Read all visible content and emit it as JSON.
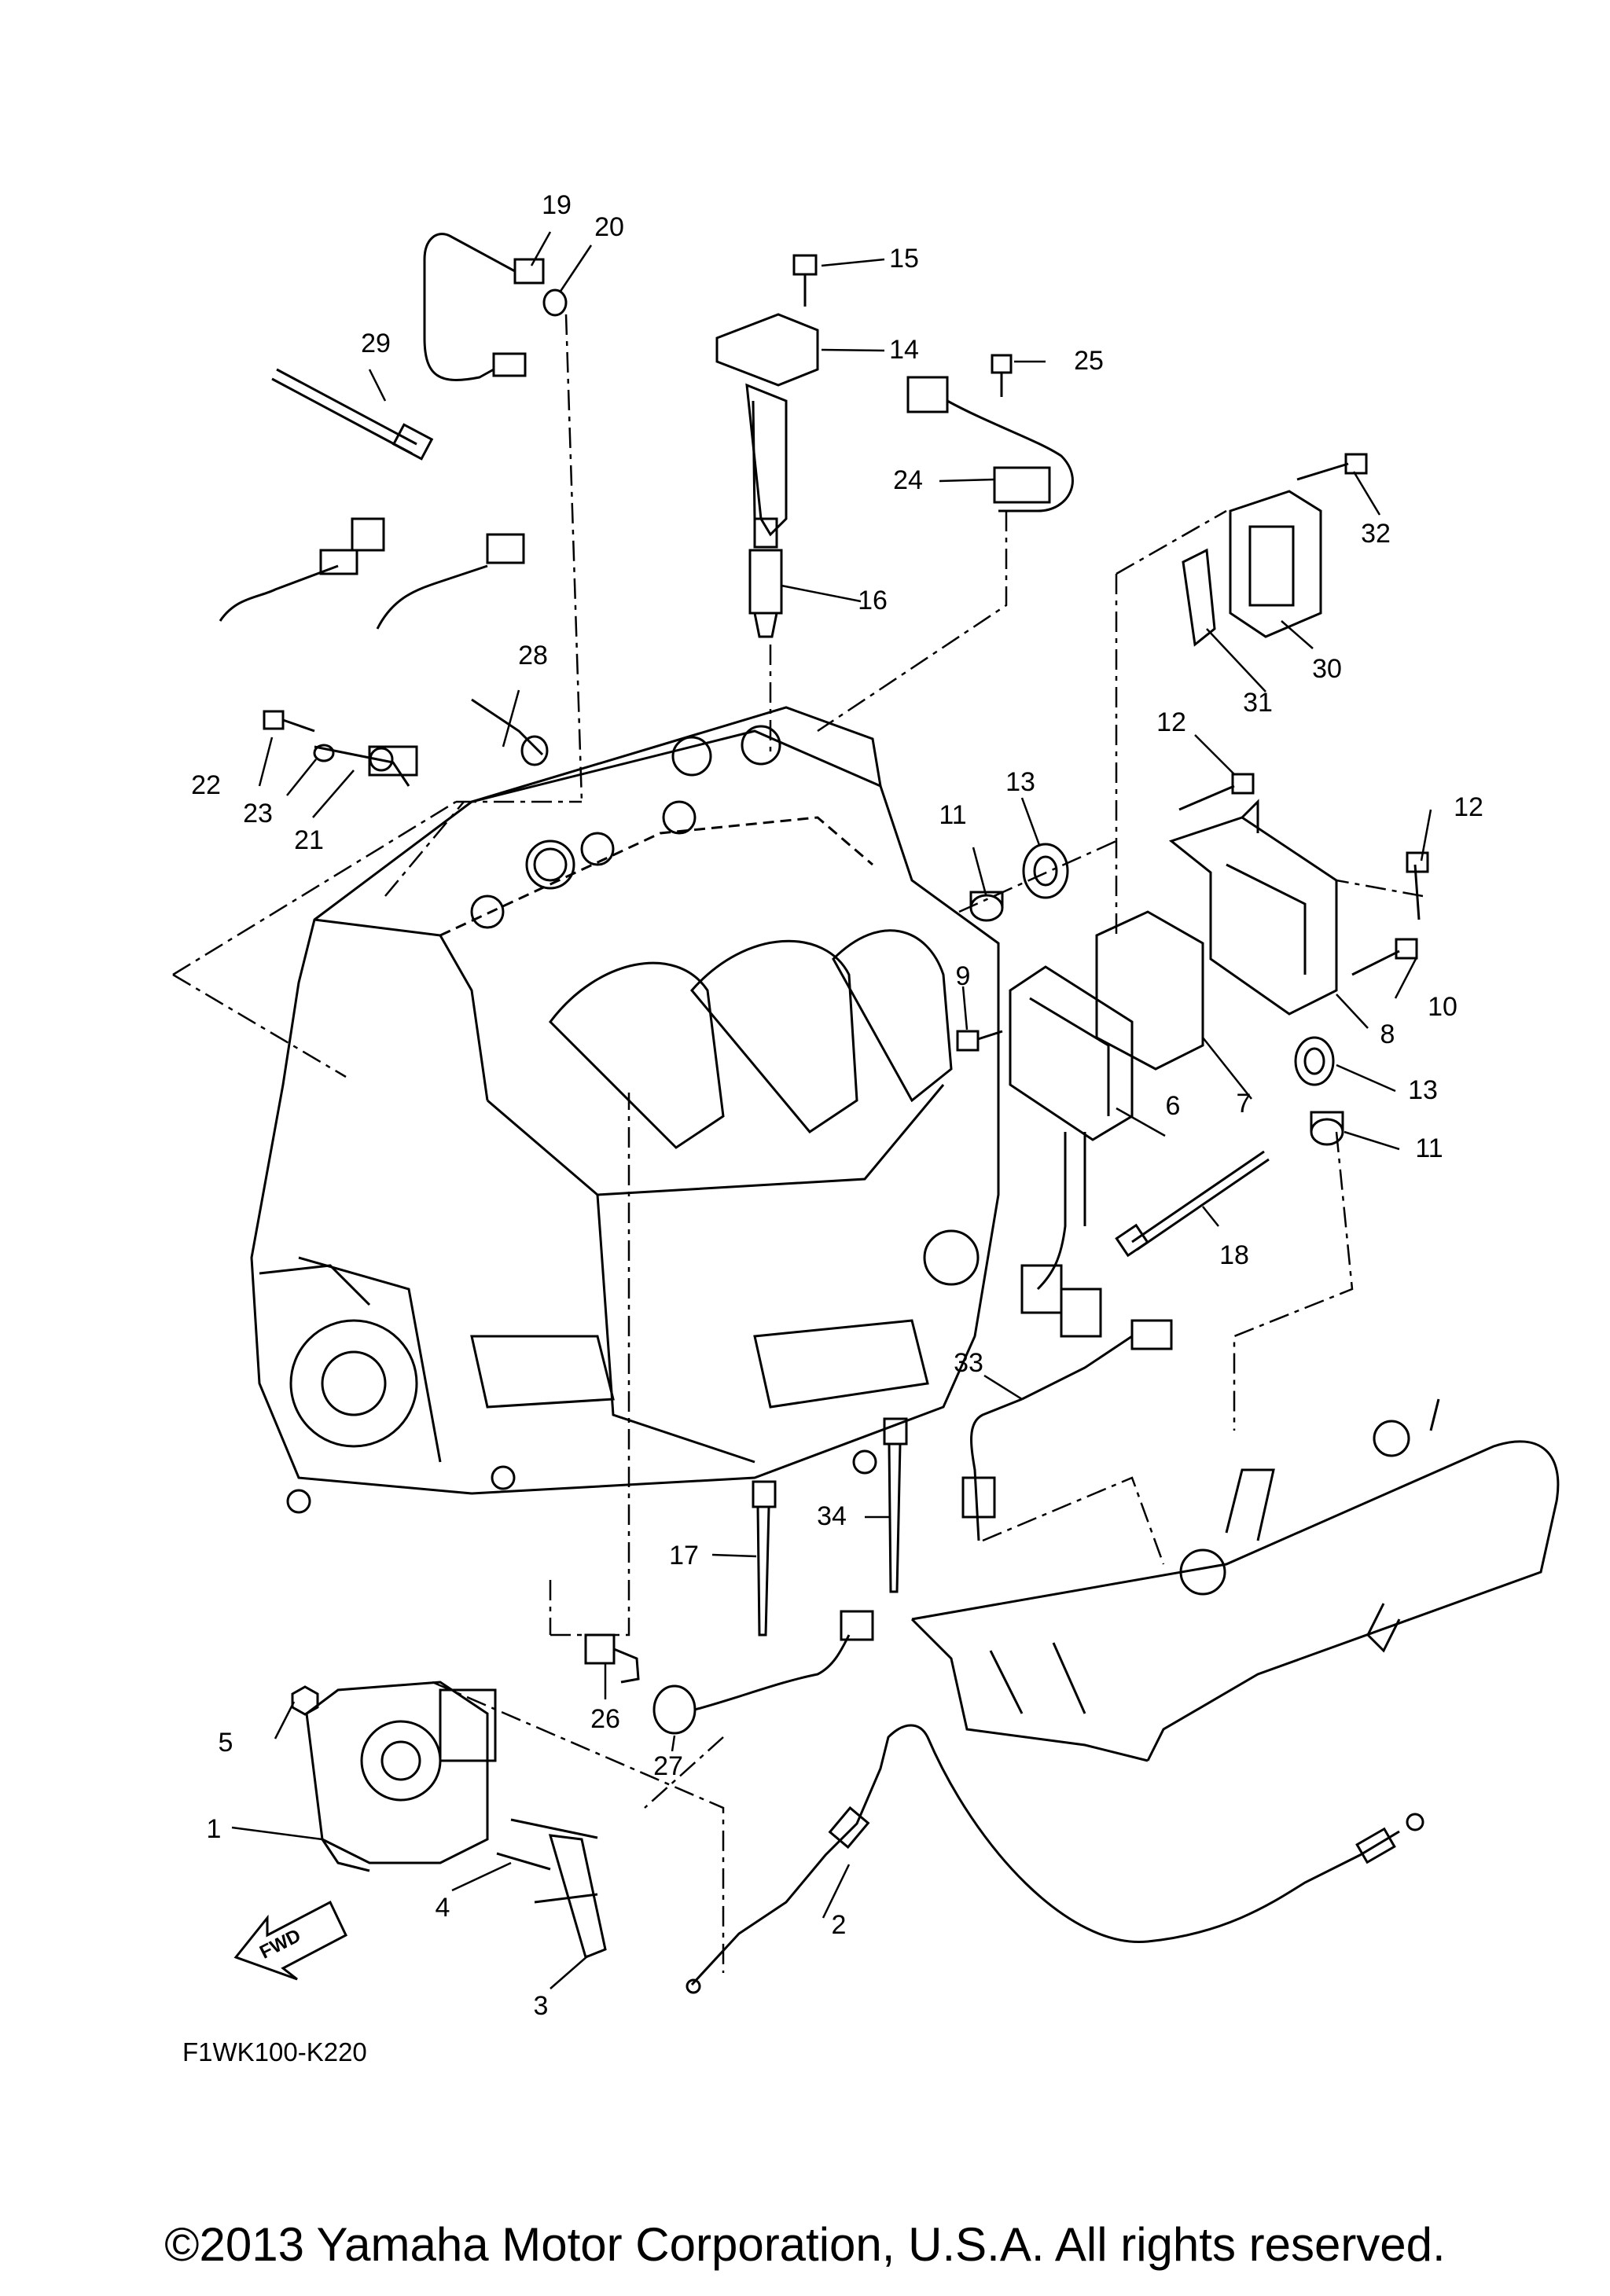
{
  "diagram": {
    "callouts": [
      {
        "id": "1",
        "text": "1"
      },
      {
        "id": "2",
        "text": "2"
      },
      {
        "id": "3",
        "text": "3"
      },
      {
        "id": "4",
        "text": "4"
      },
      {
        "id": "5",
        "text": "5"
      },
      {
        "id": "6",
        "text": "6"
      },
      {
        "id": "7",
        "text": "7"
      },
      {
        "id": "8",
        "text": "8"
      },
      {
        "id": "9",
        "text": "9"
      },
      {
        "id": "10",
        "text": "10"
      },
      {
        "id": "11a",
        "text": "11"
      },
      {
        "id": "11b",
        "text": "11"
      },
      {
        "id": "12a",
        "text": "12"
      },
      {
        "id": "12b",
        "text": "12"
      },
      {
        "id": "13a",
        "text": "13"
      },
      {
        "id": "13b",
        "text": "13"
      },
      {
        "id": "14",
        "text": "14"
      },
      {
        "id": "15",
        "text": "15"
      },
      {
        "id": "16",
        "text": "16"
      },
      {
        "id": "17",
        "text": "17"
      },
      {
        "id": "18",
        "text": "18"
      },
      {
        "id": "19",
        "text": "19"
      },
      {
        "id": "20",
        "text": "20"
      },
      {
        "id": "21",
        "text": "21"
      },
      {
        "id": "22",
        "text": "22"
      },
      {
        "id": "23",
        "text": "23"
      },
      {
        "id": "24",
        "text": "24"
      },
      {
        "id": "25",
        "text": "25"
      },
      {
        "id": "26",
        "text": "26"
      },
      {
        "id": "27",
        "text": "27"
      },
      {
        "id": "28",
        "text": "28"
      },
      {
        "id": "29",
        "text": "29"
      },
      {
        "id": "30",
        "text": "30"
      },
      {
        "id": "31",
        "text": "31"
      },
      {
        "id": "32",
        "text": "32"
      },
      {
        "id": "33",
        "text": "33"
      },
      {
        "id": "34",
        "text": "34"
      }
    ],
    "fwd_label": "FWD",
    "diagram_code": "F1WK100-K220",
    "copyright": "©2013 Yamaha Motor Corporation, U.S.A. All rights reserved."
  },
  "colors": {
    "ink": "#000000",
    "background": "#ffffff"
  }
}
